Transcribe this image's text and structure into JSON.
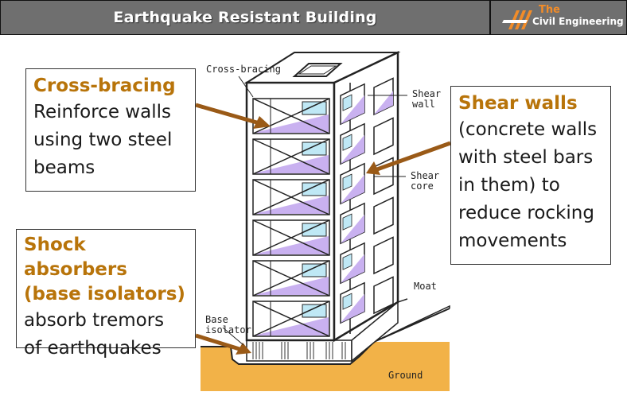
{
  "header": {
    "title": "Earthquake Resistant Building",
    "logo_the": "The",
    "logo_name": "Civil Engineering"
  },
  "callouts": {
    "cross_bracing": {
      "title": "Cross-bracing",
      "lines": [
        "Reinforce walls",
        "using two steel",
        "beams"
      ]
    },
    "shear_walls": {
      "title": "Shear walls",
      "lines": [
        "(concrete walls",
        "with steel bars",
        "in them) to",
        "reduce rocking",
        "movements"
      ]
    },
    "shock_absorbers": {
      "title_lines": [
        "Shock absorbers",
        "(base isolators)"
      ],
      "lines": [
        "absorb tremors",
        "of earthquakes"
      ]
    }
  },
  "diagram_labels": {
    "cross_bracing": "Cross-bracing",
    "shear_wall": [
      "Shear",
      "wall"
    ],
    "shear_core": [
      "Shear",
      "core"
    ],
    "moat": "Moat",
    "base_isolator": [
      "Base",
      "isolator"
    ],
    "ground": "Ground"
  },
  "colors": {
    "accent_orange": "#b8740a",
    "arrow_brown": "#9a5a17",
    "ground_orange": "#f2b248",
    "panel_violet": "#c9b1f0",
    "panel_cyan": "#bfe8f5",
    "header_gray": "#6f6f6f"
  },
  "icons": {
    "logo": "the-civil-engineering-logo-icon"
  }
}
